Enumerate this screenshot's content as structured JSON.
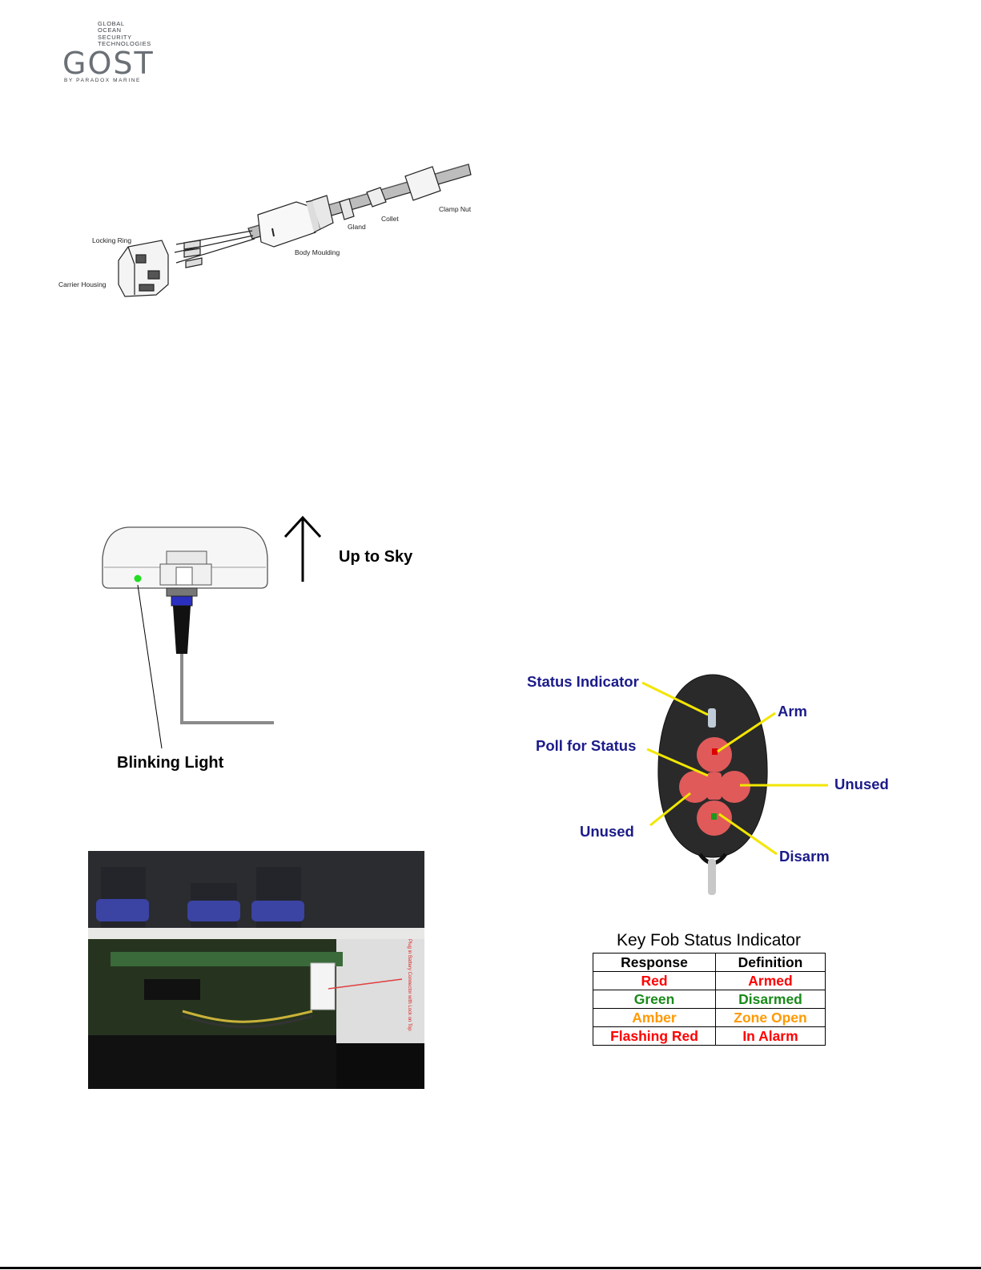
{
  "logo": {
    "tagline_lines": [
      "GLOBAL",
      "OCEAN",
      "SECURITY",
      "TECHNOLOGIES"
    ],
    "wordmark": "GOST",
    "byline": "BY PARADOX MARINE"
  },
  "connector_diagram": {
    "labels": {
      "locking_ring": "Locking Ring",
      "carrier_housing": "Carrier Housing",
      "body_moulding": "Body Moulding",
      "gland": "Gland",
      "collet": "Collet",
      "clamp_nut": "Clamp Nut"
    }
  },
  "gps_diagram": {
    "up_label": "Up to Sky",
    "light_label": "Blinking Light"
  },
  "photo": {
    "note": "Plug in Battery Connector with Lock on Top"
  },
  "keyfob": {
    "labels": {
      "status_indicator": "Status Indicator",
      "arm": "Arm",
      "poll": "Poll for Status",
      "unused_right": "Unused",
      "unused_left": "Unused",
      "disarm": "Disarm"
    }
  },
  "status_table": {
    "title": "Key Fob Status Indicator",
    "headers": [
      "Response",
      "Definition"
    ],
    "rows": [
      {
        "response": "Red",
        "definition": "Armed",
        "color": "#ff0000"
      },
      {
        "response": "Green",
        "definition": "Disarmed",
        "color": "#1a8a1a"
      },
      {
        "response": "Amber",
        "definition": "Zone Open",
        "color": "#ff9900"
      },
      {
        "response": "Flashing Red",
        "definition": "In Alarm",
        "color": "#ff0000"
      }
    ]
  }
}
